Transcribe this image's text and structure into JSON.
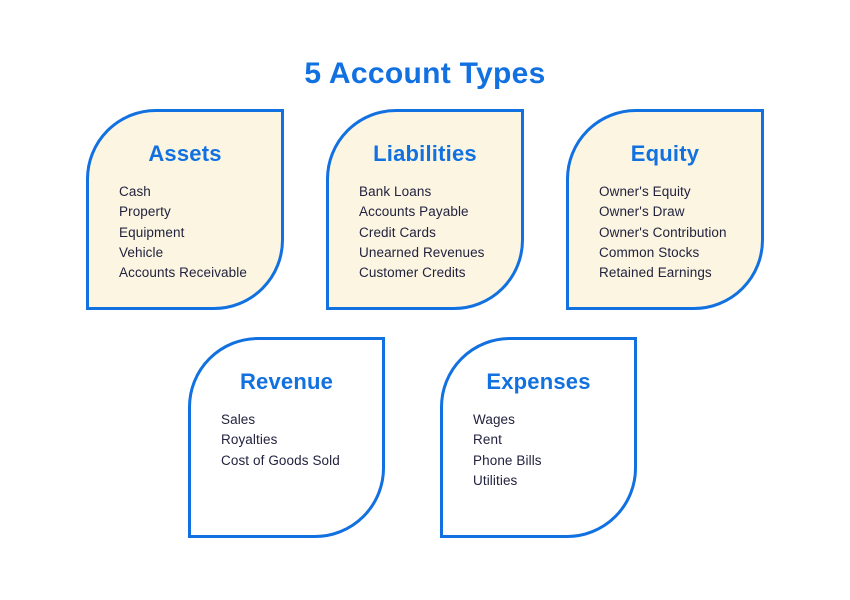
{
  "title": "5 Account Types",
  "colors": {
    "accent": "#1271E0",
    "cream": "#FBF5E2",
    "ink": "#22223E",
    "page-bg": "#FFFFFF"
  },
  "cards": [
    {
      "title": "Assets",
      "items": [
        "Cash",
        "Property",
        "Equipment",
        "Vehicle",
        "Accounts Receivable"
      ]
    },
    {
      "title": "Liabilities",
      "items": [
        "Bank Loans",
        "Accounts Payable",
        "Credit Cards",
        "Unearned Revenues",
        "Customer Credits"
      ]
    },
    {
      "title": "Equity",
      "items": [
        "Owner's Equity",
        "Owner's Draw",
        "Owner's Contribution",
        "Common Stocks",
        "Retained Earnings"
      ]
    },
    {
      "title": "Revenue",
      "items": [
        "Sales",
        "Royalties",
        "Cost of Goods Sold"
      ]
    },
    {
      "title": "Expenses",
      "items": [
        "Wages",
        "Rent",
        "Phone Bills",
        "Utilities"
      ]
    }
  ]
}
